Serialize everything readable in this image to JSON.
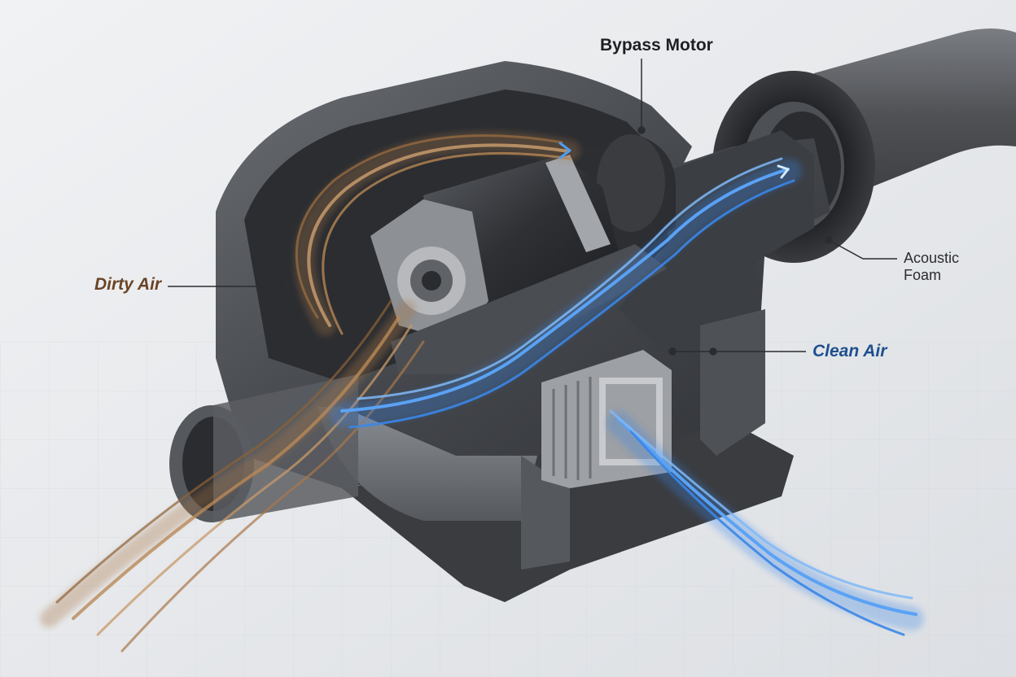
{
  "diagram": {
    "labels": {
      "bypass_motor": "Bypass Motor",
      "dirty_air": "Dirty Air",
      "clean_air": "Clean Air",
      "acoustic_foam_line1": "Acoustic",
      "acoustic_foam_line2": "Foam"
    },
    "colors": {
      "background": "#e9ebee",
      "housing": "#4a4d52",
      "dirty_air": "#a9784a",
      "clean_air": "#3a86e8",
      "foam": "#2c2d30"
    }
  }
}
